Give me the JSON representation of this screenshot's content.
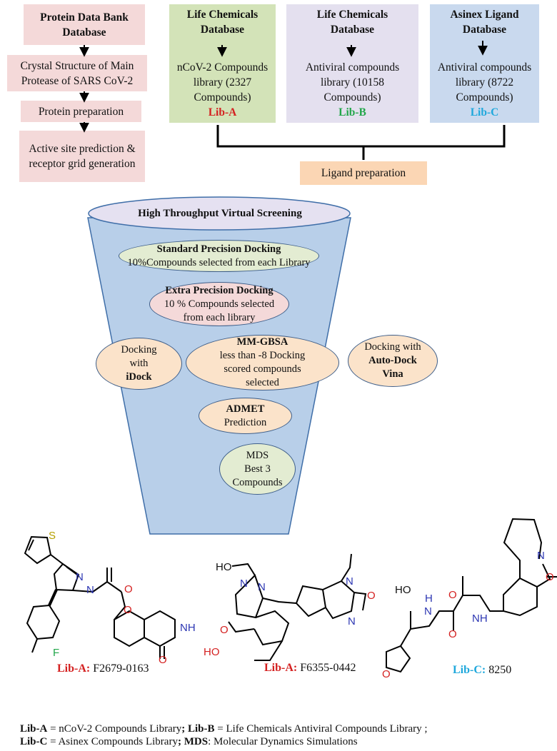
{
  "sources": {
    "pdb": {
      "title": "Protein Data Bank Database"
    },
    "lc1": {
      "title": "Life Chemicals Database",
      "body": "nCoV-2 Compounds library (2327 Compounds)",
      "lib": "Lib-A"
    },
    "lc2": {
      "title": "Life Chemicals Database",
      "body": "Antiviral compounds library (10158 Compounds)",
      "lib": "Lib-B"
    },
    "asinex": {
      "title": "Asinex Ligand Database",
      "body": "Antiviral compounds library (8722 Compounds)",
      "lib": "Lib-C"
    }
  },
  "protein_steps": [
    "Crystal Structure of Main Protease of SARS CoV-2",
    "Protein preparation",
    "Active site prediction & receptor grid generation"
  ],
  "ligand_prep": "Ligand preparation",
  "funnel": {
    "title": "High Throughput Virtual Screening",
    "sp": {
      "title": "Standard Precision Docking",
      "body": "10%Compounds selected from each Library"
    },
    "xp": {
      "title": "Extra Precision Docking",
      "body": "10 % Compounds selected from each library"
    },
    "mmgbsa": {
      "title": "MM-GBSA",
      "body": "less than -8 Docking scored compounds selected"
    },
    "admet": {
      "title": "ADMET",
      "body": "Prediction"
    },
    "mds": {
      "l1": "MDS",
      "l2": "Best 3",
      "l3": "Compounds"
    },
    "idock": {
      "pre": "Docking with",
      "name": "iDock"
    },
    "vina": {
      "pre": "Docking with",
      "name": "Auto-Dock Vina"
    }
  },
  "molecules": [
    {
      "lib": "Lib-A:",
      "id": "F2679-0163"
    },
    {
      "lib": "Lib-A:",
      "id": "F6355-0442"
    },
    {
      "lib": "Lib-C:",
      "id": "8250"
    }
  ],
  "atoms": {
    "S": "S",
    "N": "N",
    "O": "O",
    "F": "F",
    "HO": "HO",
    "NH": "NH",
    "H": "H"
  },
  "legend": {
    "libA": "Lib-A",
    "libA_def": " = nCoV-2 Compounds Library",
    "libB": "Lib-B",
    "libB_def": " = Life Chemicals Antiviral Compounds Library ;",
    "libC": "Lib-C",
    "libC_def": " = Asinex Compounds Library",
    "mds": "MDS",
    "mds_def": ": Molecular Dynamics Simulations",
    "sep": ";"
  },
  "colors": {
    "libA": "#d42020",
    "libB": "#22a64a",
    "libC": "#1fa8dc",
    "funnel": "#b8cfe9"
  }
}
